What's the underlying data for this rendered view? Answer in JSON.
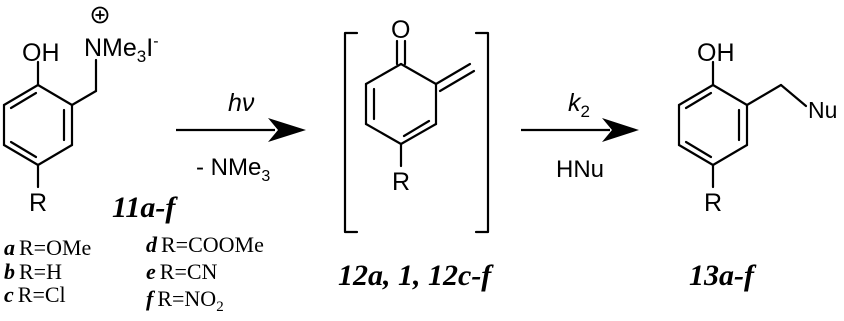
{
  "molecule_1": {
    "hydroxyl": "OH",
    "ammonium_n": "NMe",
    "ammonium_sub": "3",
    "counterion": "I",
    "counterion_charge": "-",
    "substituent": "R",
    "compound_label": "11a-f"
  },
  "substituents": [
    {
      "letter": "a",
      "text": "R=OMe"
    },
    {
      "letter": "b",
      "text": "R=H"
    },
    {
      "letter": "c",
      "text": "R=Cl"
    },
    {
      "letter": "d",
      "text": "R=COOMe"
    },
    {
      "letter": "e",
      "text": "R=CN"
    },
    {
      "letter": "f",
      "text": "R=NO",
      "sub": "2"
    }
  ],
  "arrow_1": {
    "top_label": "hν",
    "bottom_label": "- NMe",
    "bottom_sub": "3"
  },
  "intermediate": {
    "oxygen": "O",
    "substituent": "R",
    "compound_label": "12a, 1, 12c-f"
  },
  "arrow_2": {
    "top_label": "k",
    "top_sub": "2",
    "bottom_label": "HNu"
  },
  "product": {
    "hydroxyl": "OH",
    "nucleophile": "Nu",
    "substituent": "R",
    "compound_label": "13a-f"
  }
}
